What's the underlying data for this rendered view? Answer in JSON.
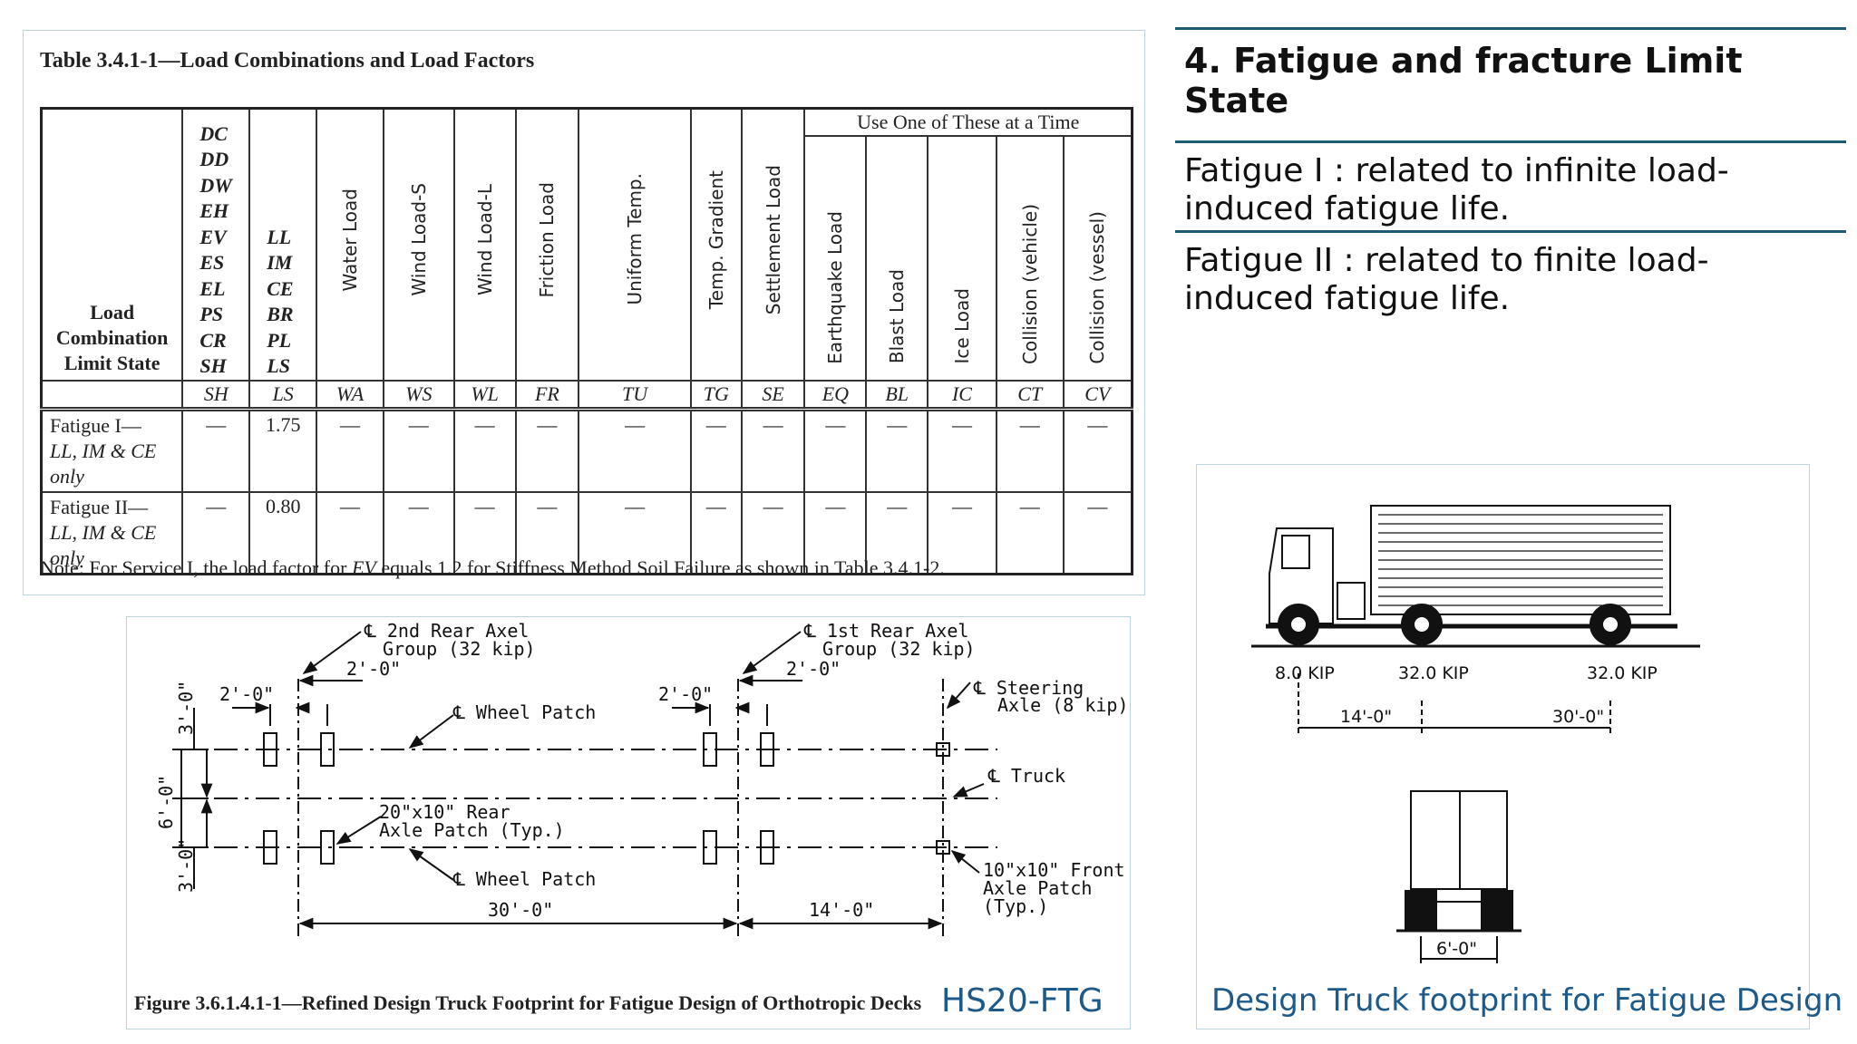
{
  "table": {
    "title": "Table 3.4.1-1—Load Combinations and Load Factors",
    "combination_header": [
      "Load",
      "Combination",
      "Limit State"
    ],
    "dead_load_codes": [
      "DC",
      "DD",
      "DW",
      "EH",
      "EV",
      "ES",
      "EL",
      "PS",
      "CR",
      "SH"
    ],
    "live_load_codes": [
      "LL",
      "IM",
      "CE",
      "BR",
      "PL",
      "LS"
    ],
    "group_header": "Use One of These at a Time",
    "columns": [
      {
        "label": "Water Load",
        "code": "WA"
      },
      {
        "label": "Wind Load-S",
        "code": "WS"
      },
      {
        "label": "Wind Load-L",
        "code": "WL"
      },
      {
        "label": "Friction Load",
        "code": "FR"
      },
      {
        "label": "Uniform Temp.",
        "code": "TU"
      },
      {
        "label": "Temp. Gradient",
        "code": "TG"
      },
      {
        "label": "Settlement Load",
        "code": "SE"
      },
      {
        "label": "Earthquake Load",
        "code": "EQ"
      },
      {
        "label": "Blast Load",
        "code": "BL"
      },
      {
        "label": "Ice Load",
        "code": "IC"
      },
      {
        "label": "Collision (vehicle)",
        "code": "CT"
      },
      {
        "label": "Collision (vessel)",
        "code": "CV"
      }
    ],
    "rows": [
      {
        "name": "Fatigue I—",
        "detail": "LL, IM & CE",
        "suffix": "only",
        "dc": "—",
        "ll": "1.75",
        "values": [
          "—",
          "—",
          "—",
          "—",
          "—",
          "—",
          "—",
          "—",
          "—",
          "—",
          "—",
          "—"
        ]
      },
      {
        "name": "Fatigue II—",
        "detail": "LL, IM & CE",
        "suffix": "only",
        "dc": "—",
        "ll": "0.80",
        "values": [
          "—",
          "—",
          "—",
          "—",
          "—",
          "—",
          "—",
          "—",
          "—",
          "—",
          "—",
          "—"
        ]
      }
    ],
    "note_prefix": "Note:  For Service I, the load factor for ",
    "note_code": "EV",
    "note_suffix": " equals 1.2 for Stiffness Method Soil Failure as shown in Table 3.4.1-2."
  },
  "slide": {
    "heading": "4. Fatigue and fracture Limit State",
    "items": [
      {
        "line1": "Fatigue I : related to infinite load-",
        "line2": "induced fatigue life."
      },
      {
        "line1": "Fatigue II : related to finite load-",
        "line2": "induced fatigue life."
      }
    ]
  },
  "footprint": {
    "rear2_label": [
      "℄ 2nd Rear Axel",
      "Group (32 kip)"
    ],
    "rear1_label": [
      "℄ 1st Rear Axel",
      "Group (32 kip)"
    ],
    "steering_label": [
      "℄ Steering",
      "Axle (8 kip)"
    ],
    "wheel_patch": "℄ Wheel Patch",
    "truck_cl": "℄ Truck",
    "rear_patch": [
      "20\"x10\" Rear",
      "Axle Patch (Typ.)"
    ],
    "front_patch": [
      "10\"x10\" Front",
      "Axle Patch",
      "(Typ.)"
    ],
    "dim_2ft": "2'-0\"",
    "dim_3ft": "3'-0\"",
    "dim_6ft": "6'-0\"",
    "dim_30ft": "30'-0\"",
    "dim_14ft": "14'-0\"",
    "caption": "Figure 3.6.1.4.1-1—Refined Design Truck Footprint for Fatigue Design of Orthotropic Decks",
    "tag": "HS20-FTG"
  },
  "truck": {
    "loads": [
      "8.0 KIP",
      "32.0 KIP",
      "32.0 KIP"
    ],
    "spacing": [
      "14'-0\"",
      "30'-0\""
    ],
    "rear_width": "6'-0\"",
    "caption": "Design Truck footprint for Fatigue Design"
  }
}
